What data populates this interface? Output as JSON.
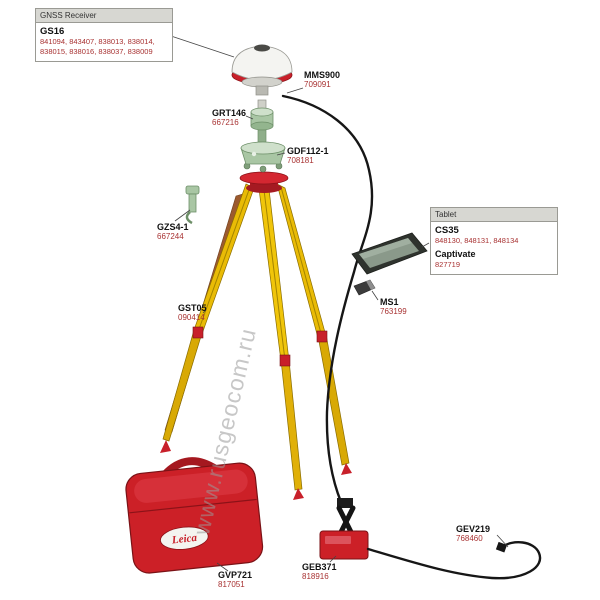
{
  "watermark": "www.rusgeocom.ru",
  "case_brand": "Leica",
  "colors": {
    "brand_red": "#cc2027",
    "tripod_yellow": "#e9bb06",
    "component_green": "#a9c6a4",
    "part_number_red": "#a83232",
    "cable_black": "#161616"
  },
  "boxes": {
    "receiver": {
      "header": "GNSS Receiver",
      "model": "GS16",
      "numbers": "841094, 843407, 838013, 838014, 838015, 838016, 838037, 838009"
    },
    "tablet": {
      "header": "Tablet",
      "model": "CS35",
      "numbers": "848130, 848131, 848134",
      "software": "Captivate",
      "software_number": "827719"
    }
  },
  "labels": {
    "antenna": {
      "name": "MMS900",
      "number": "709091"
    },
    "carrier": {
      "name": "GRT146",
      "number": "667216"
    },
    "tribrach": {
      "name": "GDF112-1",
      "number": "708181"
    },
    "height_hook": {
      "name": "GZS4-1",
      "number": "667244"
    },
    "tripod": {
      "name": "GST05",
      "number": "090414"
    },
    "usb": {
      "name": "MS1",
      "number": "763199"
    },
    "case": {
      "name": "GVP721",
      "number": "817051"
    },
    "battery": {
      "name": "GEB371",
      "number": "818916"
    },
    "cable": {
      "name": "GEV219",
      "number": "768460"
    }
  }
}
